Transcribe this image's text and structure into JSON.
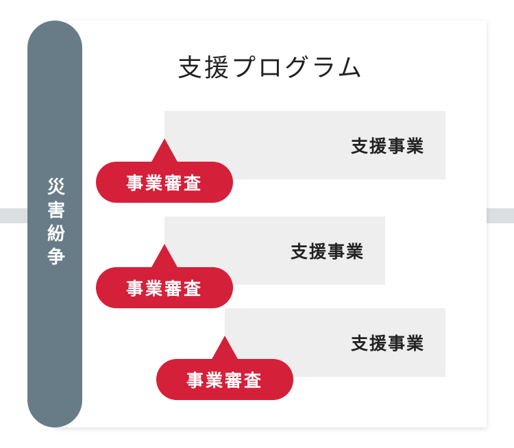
{
  "colors": {
    "pillar": "#677c86",
    "accent_red": "#d5203a",
    "program_box": "#eeeeee",
    "band": "#dcdfe1"
  },
  "pillar": {
    "label": "災害紛争"
  },
  "card": {
    "title": "支援プログラム"
  },
  "rows": [
    {
      "program": "支援事業",
      "review": "事業審査"
    },
    {
      "program": "支援事業",
      "review": "事業審査"
    },
    {
      "program": "支援事業",
      "review": "事業審査"
    }
  ]
}
